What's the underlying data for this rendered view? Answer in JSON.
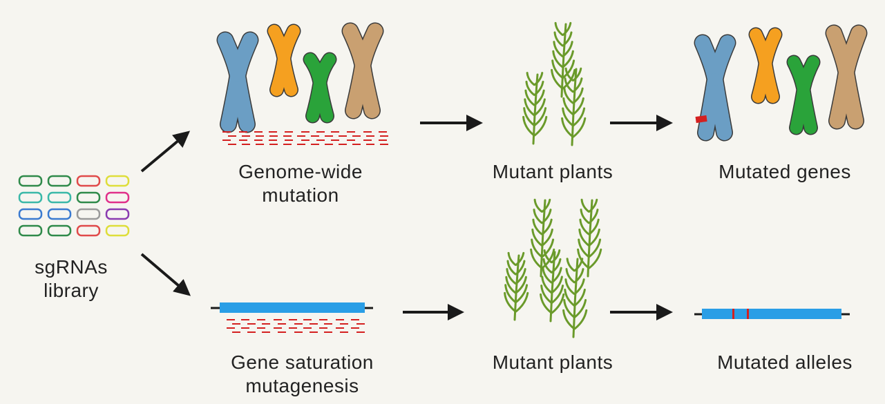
{
  "labels": {
    "library_line1": "sgRNAs",
    "library_line2": "library",
    "genome_wide_line1": "Genome-wide",
    "genome_wide_line2": "mutation",
    "mutant_plants_top": "Mutant plants",
    "mutated_genes": "Mutated genes",
    "gene_saturation_line1": "Gene saturation",
    "gene_saturation_line2": "mutagenesis",
    "mutant_plants_bottom": "Mutant plants",
    "mutated_alleles": "Mutated alleles"
  },
  "colors": {
    "background": "#f6f5f0",
    "chromosome_blue": "#6b9ec4",
    "chromosome_orange": "#f5a020",
    "chromosome_green": "#2aa33a",
    "chromosome_tan": "#c9a071",
    "gene_bar": "#2a9ee6",
    "mutation_red": "#d42020",
    "plant_green": "#6a9a2a",
    "arrow": "#1a1a1a"
  },
  "sgrna_library": {
    "rows": [
      [
        "#2f8a4a",
        "#2f8a4a",
        "#e04a4a",
        "#dede3a"
      ],
      [
        "#3ab8a8",
        "#3ab8a8",
        "#2f8a4a",
        "#e0308a"
      ],
      [
        "#3a7ad0",
        "#3a7ad0",
        "#9a9a9a",
        "#8a3ab0"
      ],
      [
        "#2f8a4a",
        "#2f8a4a",
        "#e04a4a",
        "#dede3a"
      ]
    ]
  }
}
